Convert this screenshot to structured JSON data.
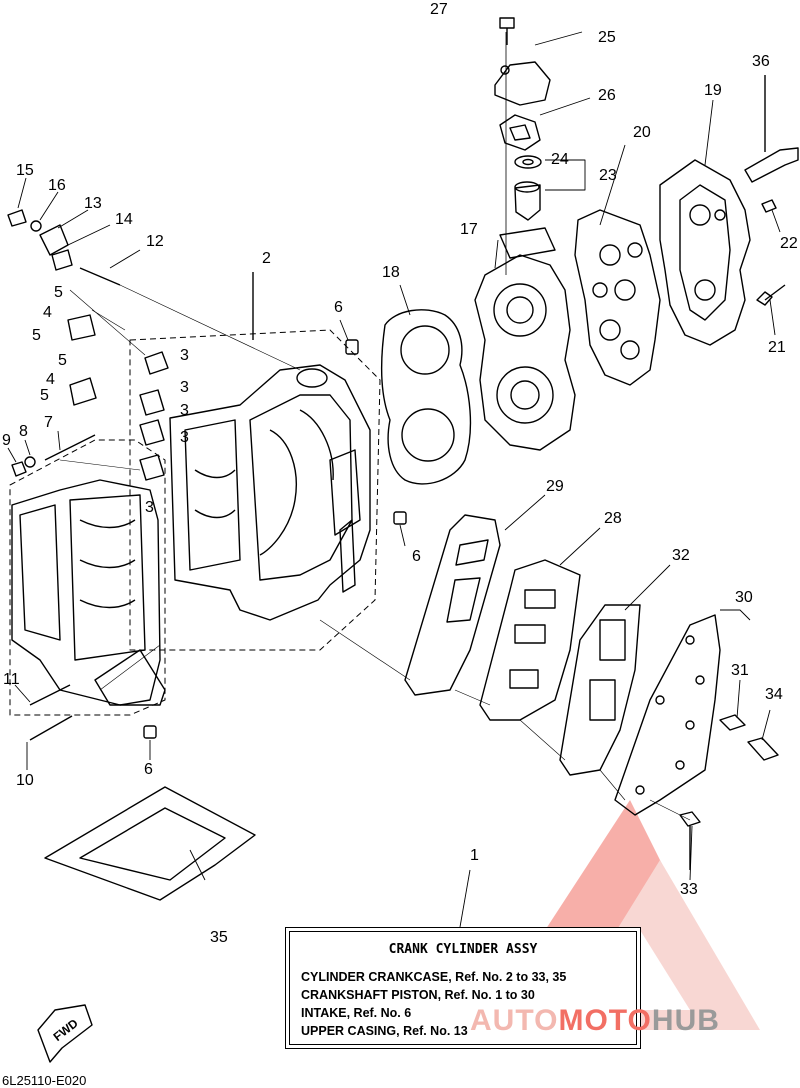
{
  "callouts": {
    "c1": "1",
    "c2": "2",
    "c3a": "3",
    "c3b": "3",
    "c3c": "3",
    "c3d": "3",
    "c3e": "3",
    "c4a": "4",
    "c4b": "4",
    "c5a": "5",
    "c5b": "5",
    "c5c": "5",
    "c5d": "5",
    "c6a": "6",
    "c6b": "6",
    "c6c": "6",
    "c7": "7",
    "c8": "8",
    "c9": "9",
    "c10": "10",
    "c11": "11",
    "c12": "12",
    "c13": "13",
    "c14": "14",
    "c15": "15",
    "c16": "16",
    "c17": "17",
    "c18": "18",
    "c19": "19",
    "c20": "20",
    "c21": "21",
    "c22": "22",
    "c23": "23",
    "c24": "24",
    "c25": "25",
    "c26": "26",
    "c27": "27",
    "c28": "28",
    "c29": "29",
    "c30": "30",
    "c31": "31",
    "c32": "32",
    "c33": "33",
    "c34": "34",
    "c35": "35",
    "c36": "36"
  },
  "title_box": {
    "title": "CRANK  CYLINDER ASSY",
    "lines": [
      "CYLINDER CRANKCASE, Ref. No. 2 to 33, 35",
      "CRANKSHAFT PISTON,     Ref. No. 1 to 30",
      "INTAKE,  Ref. No. 6",
      "UPPER CASING,   Ref. No. 13"
    ]
  },
  "direction_label": "FWD",
  "diagram_code": "6L25110-E020",
  "watermark": {
    "part_a": "AUTO",
    "part_b": "MOTO",
    "part_c": "HUB",
    "color_light": "#f3b8b0",
    "color_red": "#f26f64",
    "color_gray": "#9a9a9a"
  },
  "colors": {
    "line": "#000000",
    "background": "#ffffff"
  }
}
